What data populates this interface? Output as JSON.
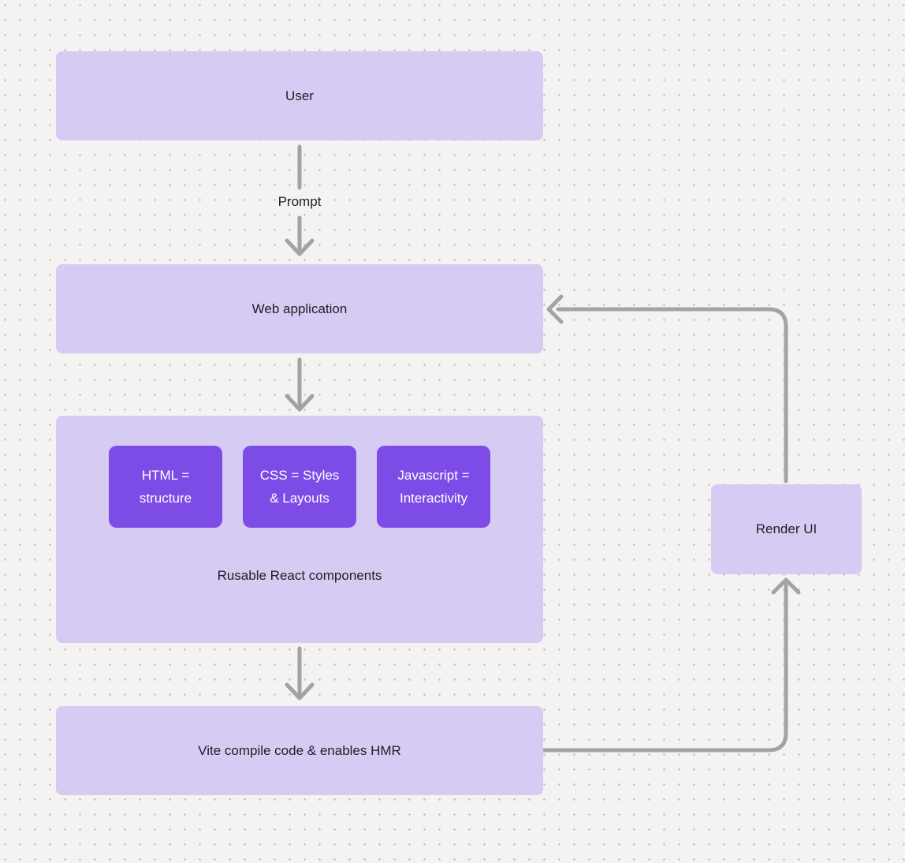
{
  "colors": {
    "background": "#f4f3f1",
    "dot": "#c3c0bd",
    "node-light": "#d6cbf3",
    "node-dark": "#7d4ce7",
    "arrow": "#a5a3a1",
    "text-dark": "#1f1f24",
    "text-light": "#ffffff"
  },
  "nodes": {
    "user": {
      "label": "User"
    },
    "web_application": {
      "label": "Web application"
    },
    "components": {
      "caption": "Rusable React components",
      "items": [
        {
          "line1": "HTML =",
          "line2": "structure"
        },
        {
          "line1": "CSS = Styles",
          "line2": "& Layouts"
        },
        {
          "line1": "Javascript =",
          "line2": "Interactivity"
        }
      ]
    },
    "vite": {
      "label": "Vite compile code & enables HMR"
    },
    "render_ui": {
      "label": "Render UI"
    }
  },
  "edges": {
    "prompt": {
      "label": "Prompt"
    }
  }
}
